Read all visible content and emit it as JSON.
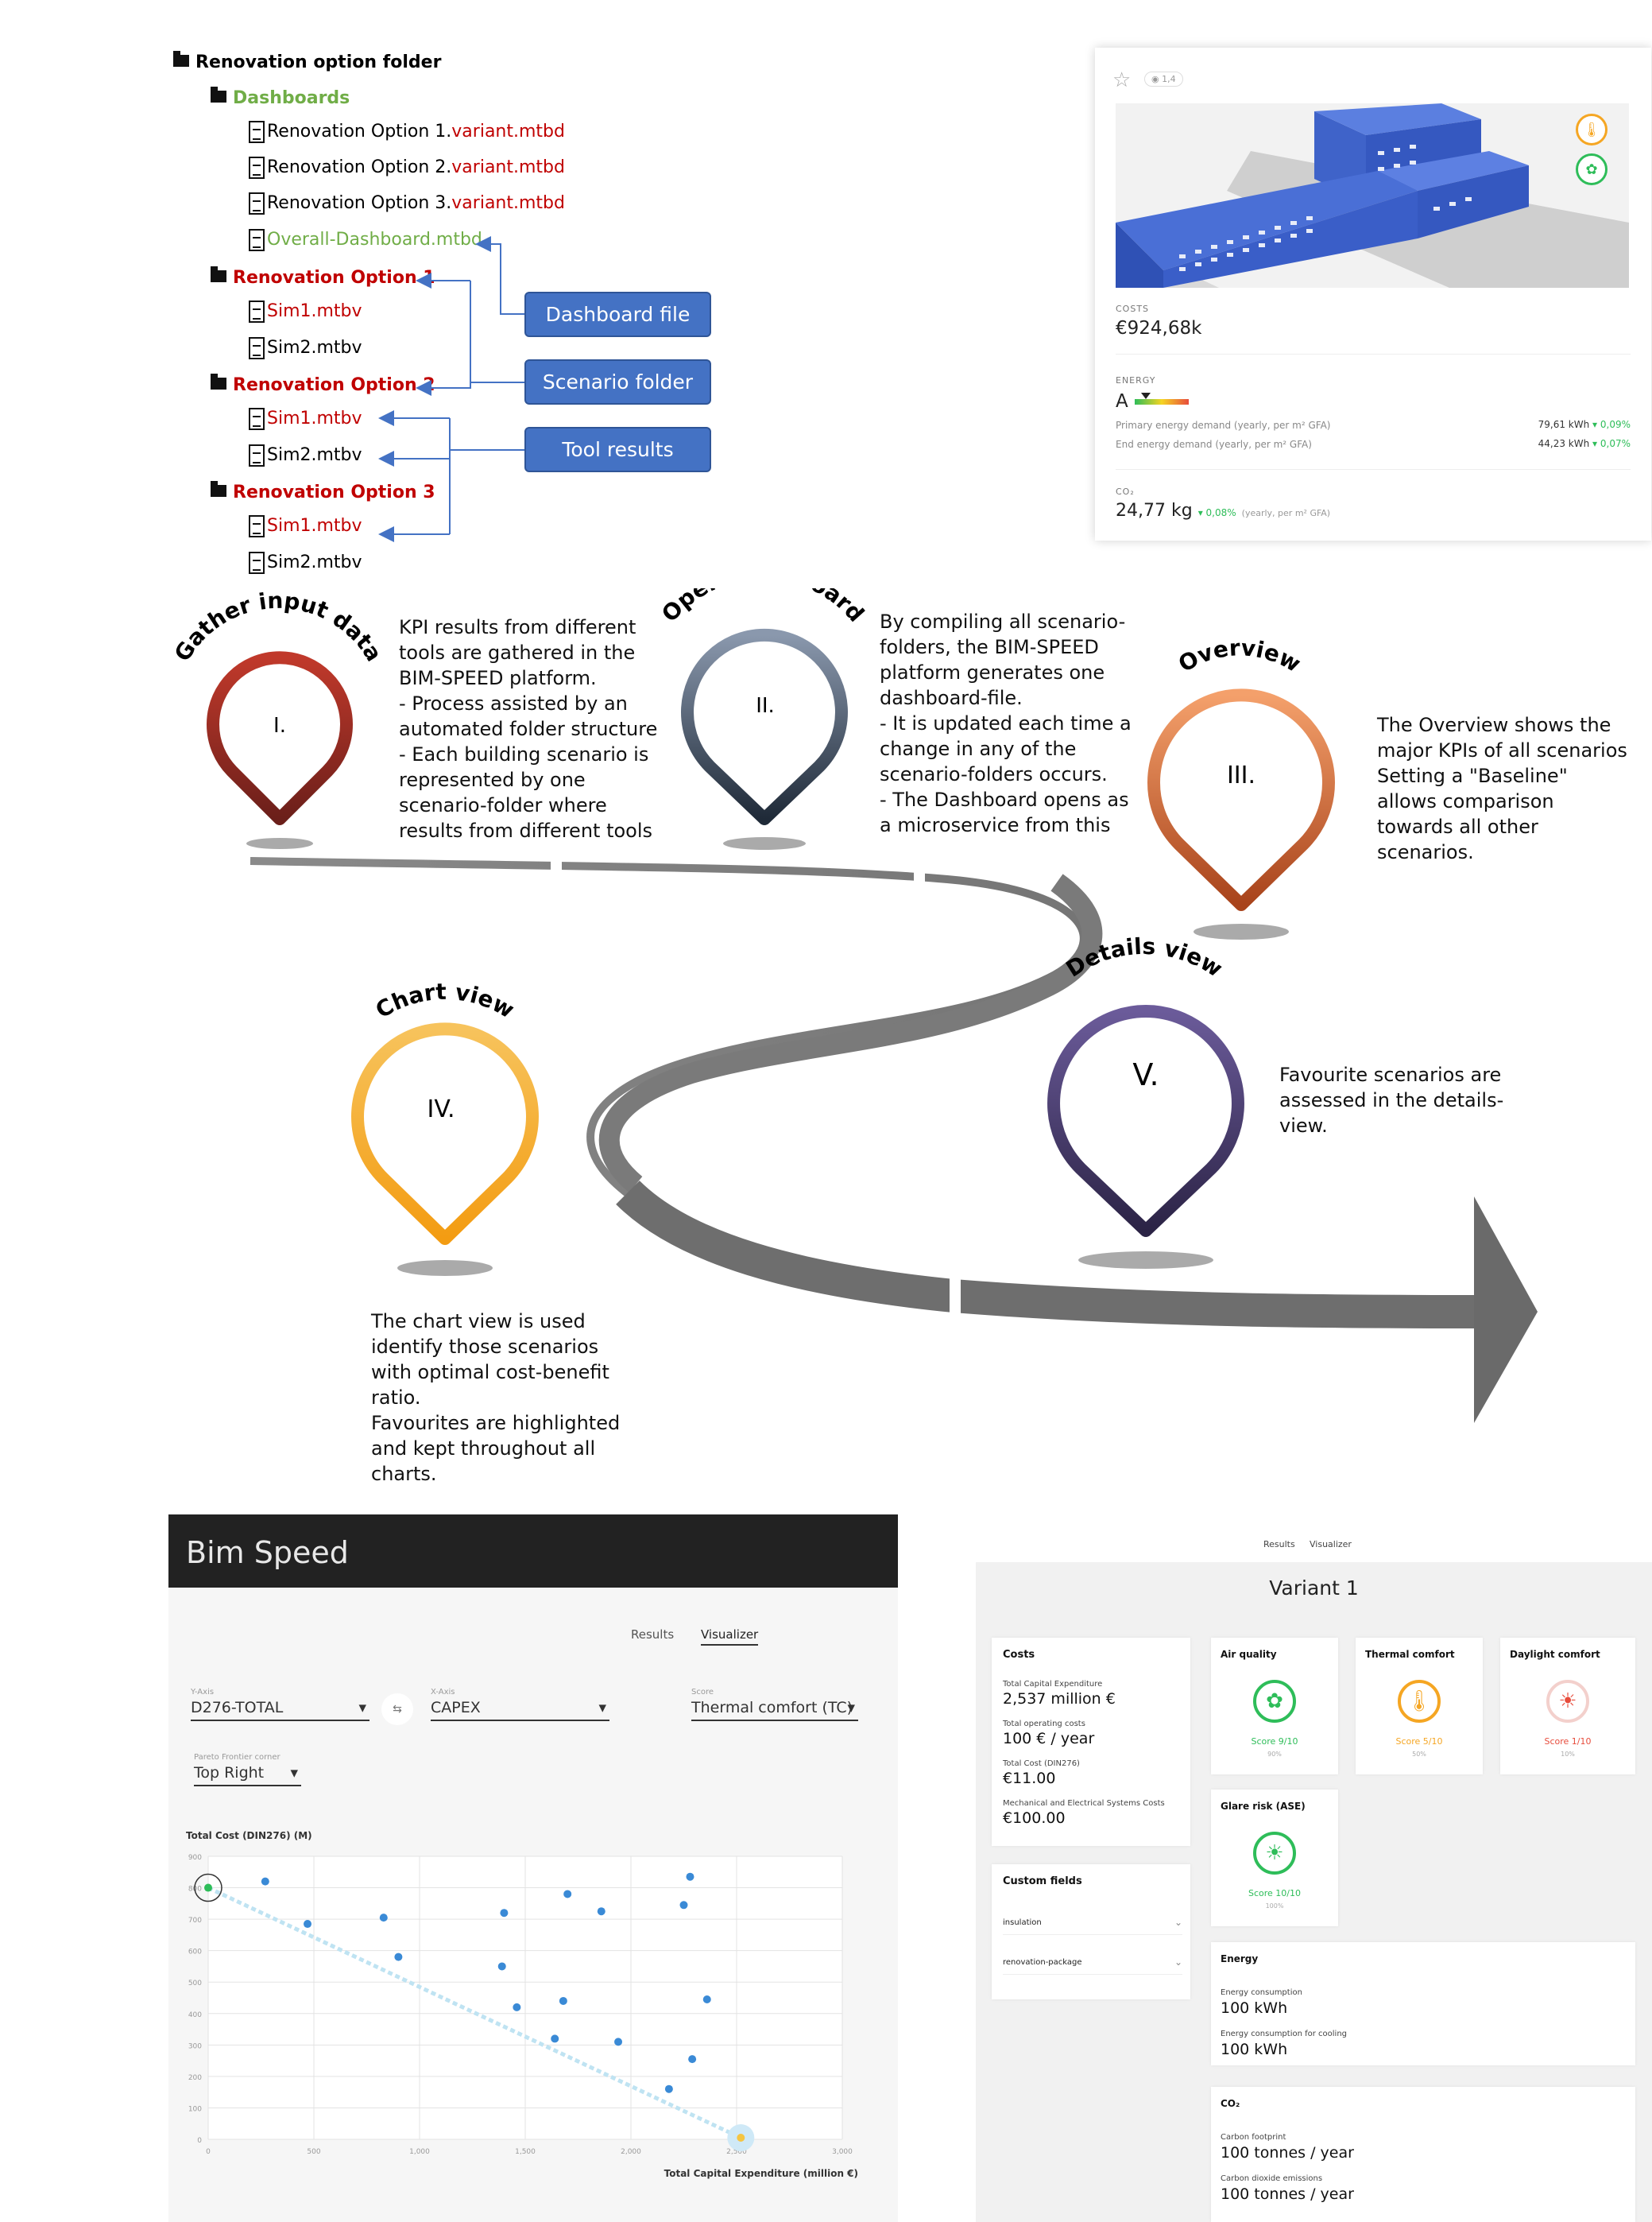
{
  "tree": {
    "root": "Renovation option folder",
    "dashboards": "Dashboards",
    "dash_files": [
      {
        "base": "Renovation Option 1.",
        "ext": "variant.mtbd"
      },
      {
        "base": "Renovation Option 2.",
        "ext": "variant.mtbd"
      },
      {
        "base": "Renovation Option 3.",
        "ext": "variant.mtbd"
      }
    ],
    "overall": "Overall-Dashboard.mtbd",
    "options": [
      {
        "name": "Renovation Option 1",
        "sim1": "Sim1.mtbv",
        "sim2": "Sim2.mtbv"
      },
      {
        "name": "Renovation Option 2",
        "sim1": "Sim1.mtbv",
        "sim2": "Sim2.mtbv"
      },
      {
        "name": "Renovation Option 3",
        "sim1": "Sim1.mtbv",
        "sim2": "Sim2.mtbv"
      }
    ],
    "callouts": {
      "dashboard_file": "Dashboard file",
      "scenario_folder": "Scenario folder",
      "tool_results": "Tool results"
    }
  },
  "kpi_card": {
    "badge": "1,4",
    "costs_label": "COSTS",
    "costs_value": "€924,68k",
    "energy_label": "ENERGY",
    "energy_class": "A",
    "primary_label": "Primary energy demand (yearly, per m² GFA)",
    "primary_value": "79,61 kWh",
    "primary_delta": "▾ 0,09%",
    "end_label": "End energy demand (yearly, per m² GFA)",
    "end_value": "44,23 kWh",
    "end_delta": "▾ 0,07%",
    "co2_label": "CO₂",
    "co2_value": "24,77 kg",
    "co2_delta": "▾ 0,08%",
    "co2_unit": "(yearly, per m² GFA)"
  },
  "workflow": {
    "steps": [
      {
        "title": "Gather input data",
        "roman": "I.",
        "color": "#c0392b",
        "text": "KPI results from different tools are gathered in the BIM-SPEED platform.\n- Process assisted by an automated folder structure\n- Each building scenario is represented by one scenario-folder where results from different tools"
      },
      {
        "title": "Open Dashboard",
        "roman": "II.",
        "color": "#6b7c94",
        "text": "By compiling all scenario-folders, the BIM-SPEED platform generates one dashboard-file.\n- It is updated each time a change in any of the scenario-folders occurs.\n- The Dashboard opens as a microservice from this"
      },
      {
        "title": "Overview",
        "roman": "III.",
        "color": "#e8743b",
        "text": "The Overview shows the major KPIs of all scenarios Setting a \"Baseline\" allows comparison towards all other scenarios."
      },
      {
        "title": "Chart view",
        "roman": "IV.",
        "color": "#f5a623",
        "text": "The chart view is used identify those scenarios with optimal cost-benefit ratio.\nFavourites are highlighted and kept throughout all charts."
      },
      {
        "title": "Details view",
        "roman": "V.",
        "color": "#4b3f72",
        "text": "Favourite scenarios are assessed in the details-view."
      }
    ]
  },
  "bim": {
    "title": "Bim Speed",
    "tabs": [
      "Results",
      "Visualizer"
    ],
    "y_axis_label_small": "Y-Axis",
    "y_axis_value": "D276-TOTAL",
    "x_axis_label_small": "X-Axis",
    "x_axis_value": "CAPEX",
    "score_label_small": "Score",
    "score_value": "Thermal comfort (TC)",
    "pareto_label_small": "Pareto Frontier corner",
    "pareto_value": "Top Right",
    "swap": "⇆"
  },
  "chart_data": {
    "type": "scatter",
    "title": "",
    "ylabel": "Total Cost (DIN276) (M)",
    "xlabel": "Total Capital Expenditure (million €)",
    "xlim": [
      0,
      3000
    ],
    "ylim": [
      0,
      900
    ],
    "xticks": [
      "0",
      "500",
      "1,000",
      "1,500",
      "2,000",
      "2,500",
      "3,000"
    ],
    "yticks": [
      "0",
      "100",
      "200",
      "300",
      "400",
      "500",
      "600",
      "700",
      "800",
      "900"
    ],
    "grid": true,
    "points": [
      {
        "x": 0,
        "y": 800,
        "highlight": "start"
      },
      {
        "x": 270,
        "y": 820
      },
      {
        "x": 470,
        "y": 685
      },
      {
        "x": 830,
        "y": 705
      },
      {
        "x": 900,
        "y": 580
      },
      {
        "x": 1400,
        "y": 720
      },
      {
        "x": 1390,
        "y": 550
      },
      {
        "x": 1460,
        "y": 420
      },
      {
        "x": 1700,
        "y": 780
      },
      {
        "x": 1860,
        "y": 725
      },
      {
        "x": 1640,
        "y": 320
      },
      {
        "x": 1680,
        "y": 440
      },
      {
        "x": 1940,
        "y": 310
      },
      {
        "x": 2250,
        "y": 745
      },
      {
        "x": 2280,
        "y": 835
      },
      {
        "x": 2360,
        "y": 445
      },
      {
        "x": 2290,
        "y": 255
      },
      {
        "x": 2180,
        "y": 160
      },
      {
        "x": 2520,
        "y": 5,
        "highlight": "end"
      }
    ],
    "pareto_line": [
      [
        0,
        800
      ],
      [
        2520,
        5
      ]
    ]
  },
  "variant": {
    "tabs": [
      "Results",
      "Visualizer"
    ],
    "title": "Variant 1",
    "costs": {
      "title": "Costs",
      "rows": [
        {
          "label": "Total Capital Expenditure",
          "value": "2,537 million €"
        },
        {
          "label": "Total operating costs",
          "value": "100 € / year"
        },
        {
          "label": "Total Cost (DIN276)",
          "value": "€11.00"
        },
        {
          "label": "Mechanical and Electrical Systems Costs",
          "value": "€100.00"
        }
      ]
    },
    "scores": [
      {
        "title": "Air quality",
        "icon": "✿",
        "score": "Score 9/10",
        "pct": "90%",
        "color": "#2ebd59"
      },
      {
        "title": "Thermal comfort",
        "icon": "🌡",
        "score": "Score 5/10",
        "pct": "50%",
        "color": "#f5a623"
      },
      {
        "title": "Daylight comfort",
        "icon": "☀",
        "score": "Score 1/10",
        "pct": "10%",
        "color": "#e74c3c"
      },
      {
        "title": "Glare risk (ASE)",
        "icon": "☀",
        "score": "Score 10/10",
        "pct": "100%",
        "color": "#2ebd59"
      }
    ],
    "custom": {
      "title": "Custom fields",
      "rows": [
        "insulation",
        "renovation-package"
      ]
    },
    "energy": {
      "title": "Energy",
      "rows": [
        {
          "label": "Energy consumption",
          "value": "100 kWh"
        },
        {
          "label": "Energy consumption for cooling",
          "value": "100 kWh"
        }
      ]
    },
    "co2": {
      "title": "CO₂",
      "rows": [
        {
          "label": "Carbon footprint",
          "value": "100 tonnes / year"
        },
        {
          "label": "Carbon dioxide emissions",
          "value": "100 tonnes / year"
        }
      ]
    }
  }
}
